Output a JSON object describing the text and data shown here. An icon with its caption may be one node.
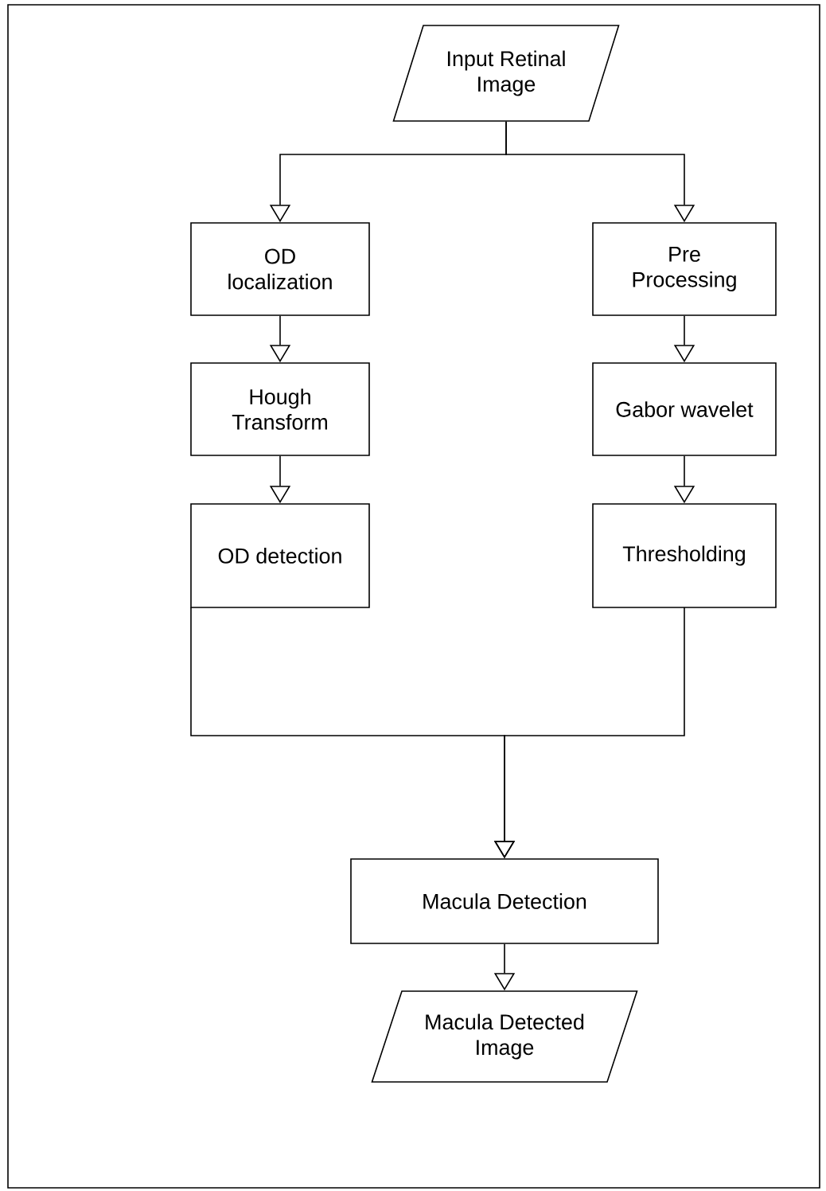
{
  "diagram": {
    "nodes": [
      {
        "text": [
          "Input Retinal Image"
        ]
      },
      {
        "text": [
          "OD localization"
        ]
      },
      {
        "text": [
          "Hough Transform"
        ]
      },
      {
        "text": [
          "OD detection"
        ]
      },
      {
        "text": [
          "Pre Processing"
        ]
      },
      {
        "text": [
          "Gabor wavelet"
        ]
      },
      {
        "text": [
          "Thresholding"
        ]
      },
      {
        "text": [
          "Macula Detection"
        ]
      },
      {
        "text": [
          "Macula Detected Image"
        ]
      }
    ],
    "edges": [
      {
        "from": 0,
        "to": 1,
        "arrow": "to"
      },
      {
        "from": 0,
        "to": 4,
        "arrow": "to"
      },
      {
        "from": 1,
        "to": 2,
        "arrow": "to"
      },
      {
        "from": 2,
        "to": 3,
        "arrow": "to"
      },
      {
        "from": 4,
        "to": 5,
        "arrow": "to"
      },
      {
        "from": 5,
        "to": 6,
        "arrow": "to"
      },
      {
        "from": 3,
        "to": 7,
        "arrow": "to"
      },
      {
        "from": 6,
        "to": 7,
        "arrow": "to"
      },
      {
        "from": 7,
        "to": 8,
        "arrow": "to"
      }
    ]
  }
}
